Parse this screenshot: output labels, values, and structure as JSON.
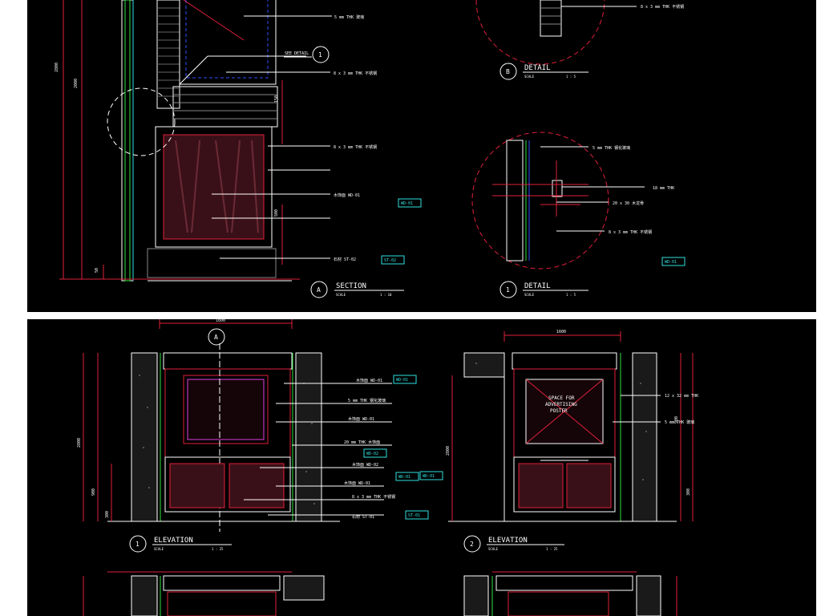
{
  "top_sheet": {
    "section": {
      "number": "A",
      "title": "SECTION",
      "scale_label": "SCALE",
      "scale_value": "1 : 10"
    },
    "detail_b": {
      "number": "B",
      "title": "DETAIL",
      "scale_label": "SCALE",
      "scale_value": "1 : 5"
    },
    "detail_1": {
      "number": "1",
      "title": "DETAIL",
      "scale_label": "SCALE",
      "scale_value": "1 : 5"
    },
    "see_detail": {
      "label": "SEE DETAIL",
      "number": "1"
    },
    "tags": [
      "WD-01",
      "ST-02",
      "WD-01"
    ],
    "notes_section": [
      "5 mm THK 玻璃",
      "8 x 3 mm THK 不锈钢",
      "8 x 3 mm THK 不锈钢",
      "木饰面 WD-01",
      "石材 ST-02"
    ],
    "notes_detail": [
      "8 x 3 mm THK 不锈钢",
      "5 mm THK 钢化玻璃",
      "18 mm THK",
      "20 x 30 木龙骨",
      "8 x 3 mm THK 不锈钢"
    ],
    "dims_section": [
      "2800",
      "2000",
      "150",
      "500",
      "50"
    ]
  },
  "bottom_sheet": {
    "elevation_1": {
      "number": "1",
      "title": "ELEVATION",
      "scale_label": "SCALE",
      "scale_value": "1 : 25",
      "section_marker": "A"
    },
    "elevation_2": {
      "number": "2",
      "title": "ELEVATION",
      "scale_label": "SCALE",
      "scale_value": "1 : 25"
    },
    "poster_text": [
      "SPACE FOR",
      "ADVERTISING",
      "POSTER"
    ],
    "tags_1": [
      "WD-01",
      "WD-02",
      "WD-01",
      "ST-01"
    ],
    "tags_2": [
      "WD-01"
    ],
    "notes_1": [
      "木饰面 WD-01",
      "5 mm THK 钢化玻璃",
      "木饰面 WD-01",
      "20 mm THK 木饰面",
      "木饰面 WD-02",
      "木饰面 WD-01",
      "8 x 3 mm THK 不锈钢",
      "石材 ST-01"
    ],
    "notes_2": [
      "12 x 32 mm THK",
      "5 mm THK 玻璃"
    ],
    "dims_1": [
      "1600",
      "2800",
      "900",
      "300"
    ],
    "dims_2": [
      "1600",
      "2800",
      "900",
      "300"
    ]
  },
  "colors": {
    "line_red": "#e0203a",
    "line_cyan": "#30e0e0",
    "line_white": "#ffffff",
    "line_magenta": "#e040e0",
    "line_green": "#30e040",
    "line_blue": "#3050ff",
    "wood": "#6a2a35"
  }
}
